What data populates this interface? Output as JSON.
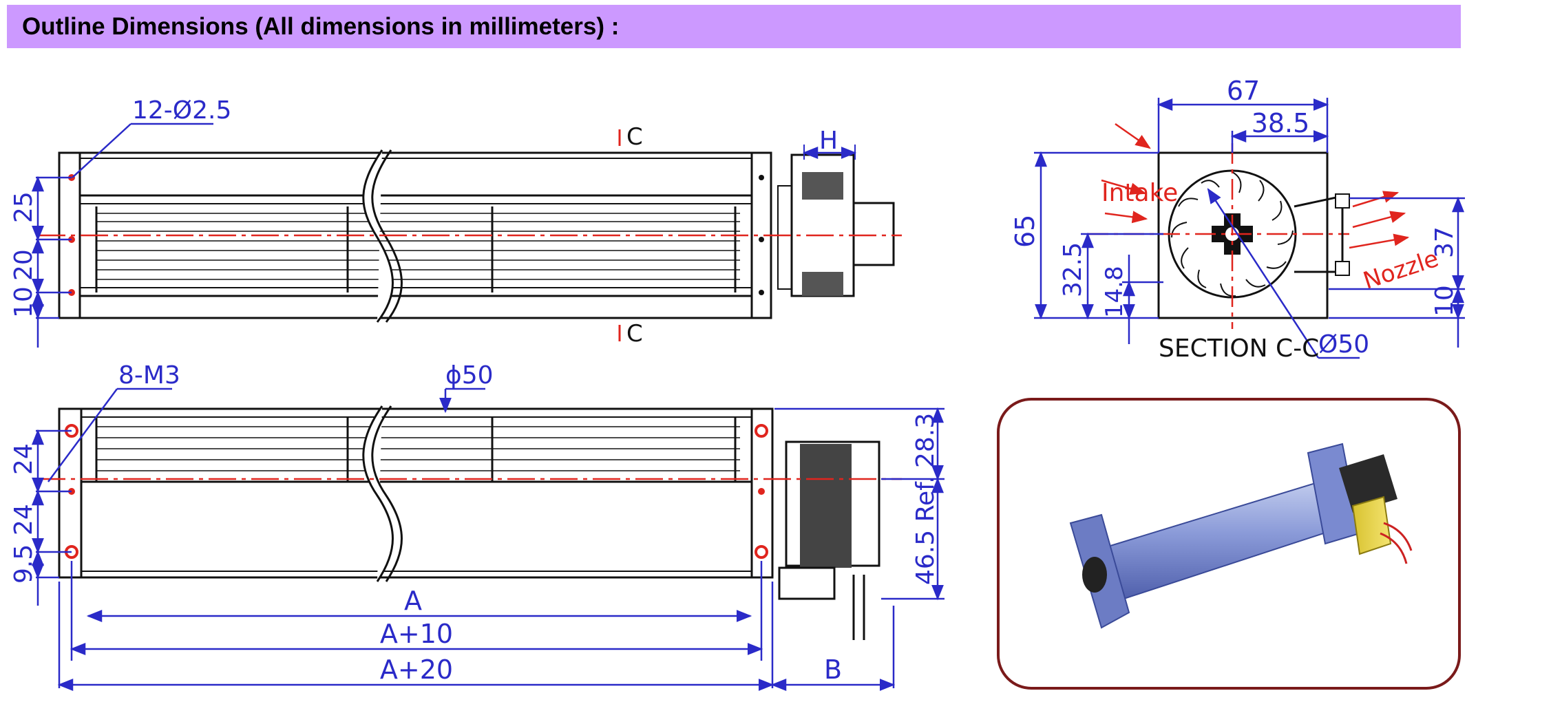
{
  "header": {
    "title": "Outline Dimensions (All dimensions in millimeters) :",
    "color": "#cc99ff"
  },
  "colors": {
    "dimension": "#2a2ac8",
    "centerline": "#e0251e",
    "outline": "#111111",
    "photo_frame": "#7a1a1a"
  },
  "top_view": {
    "holes_label": "12-Ø2.5",
    "section_marks": [
      "C",
      "C"
    ],
    "motor_label": "H",
    "left_dims": [
      "25",
      "20",
      "10"
    ]
  },
  "front_view": {
    "threads_label": "8-M3",
    "diameter_label": "ϕ50",
    "left_dims": [
      "24",
      "24",
      "9.5"
    ],
    "right_dims": [
      "28.3",
      "46.5 Ref."
    ],
    "bottom_dims": [
      "A",
      "A+10",
      "A+20",
      "B"
    ]
  },
  "section_view": {
    "title": "SECTION C-C",
    "width_dims": [
      "67",
      "38.5"
    ],
    "left_dims": [
      "65",
      "32.5",
      "14.8"
    ],
    "right_dims": [
      "37",
      "10"
    ],
    "diameter_label": "Ø50",
    "intake_label": "Intake",
    "nozzle_label": "Nozzle"
  },
  "photo": {
    "icon": "cross-flow-fan-render"
  }
}
